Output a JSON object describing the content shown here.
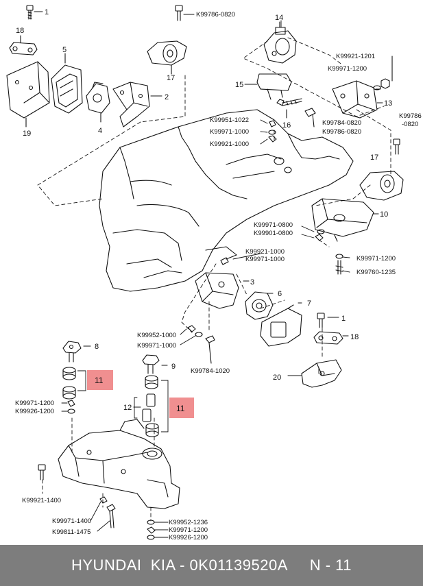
{
  "parts": {
    "p1a": "1",
    "p18a": "18",
    "p5": "5",
    "p19": "19",
    "p4": "4",
    "p2": "2",
    "p17a": "17",
    "p14": "14",
    "p15": "15",
    "p16": "16",
    "p13": "13",
    "p17b": "17",
    "p10": "10",
    "p3": "3",
    "p6": "6",
    "p7": "7",
    "p1b": "1",
    "p18b": "18",
    "p20": "20",
    "p8": "8",
    "p9": "9",
    "p11a": "11",
    "p12": "12",
    "p11b": "11"
  },
  "refs": {
    "r1": "K99786-0820",
    "r2": "K99921-1201",
    "r3": "K99971-1200",
    "r4": "K99951-1022",
    "r5": "K99971-1000",
    "r6": "K99921-1000",
    "r7": "K99784-0820",
    "r8": "K99786-0820",
    "r9a": "K99786",
    "r9b": "-0820",
    "r10": "K99971-0800",
    "r11": "K99901-0800",
    "r12": "K99921-1000",
    "r13": "K99971-1000",
    "r14": "K99971-1200",
    "r15": "K99760-1235",
    "r16": "K99952-1000",
    "r17": "K99971-1000",
    "r18": "K99784-1020",
    "r19": "K99971-1200",
    "r20": "K99926-1200",
    "r21": "K99921-1400",
    "r22": "K99971-1400",
    "r23": "K99811-1475",
    "r24": "K99952-1236",
    "r25": "K99971-1200",
    "r26": "K99926-1200"
  },
  "colors": {
    "highlight": "#f08f90",
    "footer_bg": "#7d7d7d",
    "footer_text": "#ffffff",
    "ink": "#111111"
  },
  "footer": {
    "label": "HYUNDAI  KIA - 0K01139520A     N - 11"
  }
}
